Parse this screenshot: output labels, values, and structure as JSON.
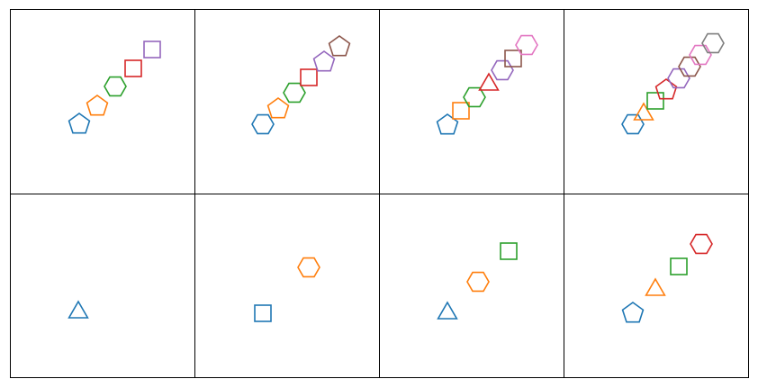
{
  "figure": {
    "rows": 2,
    "cols": 4,
    "panels": [
      {
        "shapes": [
          {
            "kind": "pentagon",
            "color": "#1f77b4"
          },
          {
            "kind": "pentagon",
            "color": "#ff7f0e"
          },
          {
            "kind": "hexagon",
            "color": "#2ca02c"
          },
          {
            "kind": "square",
            "color": "#d62728"
          },
          {
            "kind": "square",
            "color": "#9467bd"
          }
        ]
      },
      {
        "shapes": [
          {
            "kind": "hexagon",
            "color": "#1f77b4"
          },
          {
            "kind": "pentagon",
            "color": "#ff7f0e"
          },
          {
            "kind": "hexagon",
            "color": "#2ca02c"
          },
          {
            "kind": "square",
            "color": "#d62728"
          },
          {
            "kind": "pentagon",
            "color": "#9467bd"
          },
          {
            "kind": "pentagon",
            "color": "#8c564b"
          }
        ]
      },
      {
        "shapes": [
          {
            "kind": "pentagon",
            "color": "#1f77b4"
          },
          {
            "kind": "square",
            "color": "#ff7f0e"
          },
          {
            "kind": "hexagon",
            "color": "#2ca02c"
          },
          {
            "kind": "triangle",
            "color": "#d62728"
          },
          {
            "kind": "hexagon",
            "color": "#9467bd"
          },
          {
            "kind": "square",
            "color": "#8c564b"
          },
          {
            "kind": "hexagon",
            "color": "#e377c2"
          }
        ]
      },
      {
        "shapes": [
          {
            "kind": "hexagon",
            "color": "#1f77b4"
          },
          {
            "kind": "triangle",
            "color": "#ff7f0e"
          },
          {
            "kind": "square",
            "color": "#2ca02c"
          },
          {
            "kind": "pentagon",
            "color": "#d62728"
          },
          {
            "kind": "hexagon",
            "color": "#9467bd"
          },
          {
            "kind": "hexagon",
            "color": "#8c564b"
          },
          {
            "kind": "hexagon",
            "color": "#e377c2"
          },
          {
            "kind": "hexagon",
            "color": "#7f7f7f"
          }
        ]
      },
      {
        "shapes": [
          {
            "kind": "triangle",
            "color": "#1f77b4"
          }
        ]
      },
      {
        "shapes": [
          {
            "kind": "square",
            "color": "#1f77b4"
          },
          {
            "kind": "hexagon",
            "color": "#ff7f0e"
          }
        ]
      },
      {
        "shapes": [
          {
            "kind": "triangle",
            "color": "#1f77b4"
          },
          {
            "kind": "hexagon",
            "color": "#ff7f0e"
          },
          {
            "kind": "square",
            "color": "#2ca02c"
          }
        ]
      },
      {
        "shapes": [
          {
            "kind": "pentagon",
            "color": "#1f77b4"
          },
          {
            "kind": "triangle",
            "color": "#ff7f0e"
          },
          {
            "kind": "square",
            "color": "#2ca02c"
          },
          {
            "kind": "hexagon",
            "color": "#d62728"
          }
        ]
      }
    ]
  }
}
